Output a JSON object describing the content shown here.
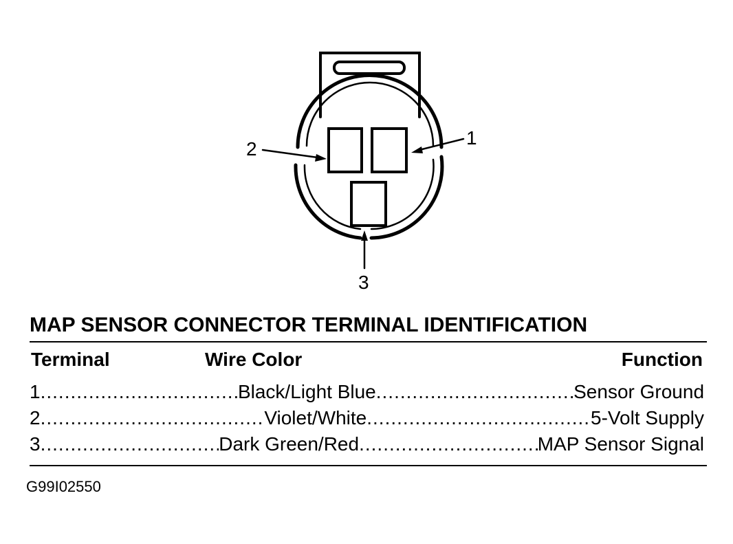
{
  "callouts": {
    "one": "1",
    "two": "2",
    "three": "3"
  },
  "table": {
    "title": "MAP SENSOR CONNECTOR TERMINAL IDENTIFICATION",
    "headers": {
      "terminal": "Terminal",
      "wire_color": "Wire Color",
      "function": "Function"
    },
    "rows": [
      {
        "terminal": "1",
        "wire_color": "Black/Light Blue",
        "function": "Sensor Ground"
      },
      {
        "terminal": "2",
        "wire_color": "Violet/White",
        "function": "5-Volt Supply"
      },
      {
        "terminal": "3",
        "wire_color": "Dark Green/Red",
        "function": "MAP Sensor Signal"
      }
    ]
  },
  "figure_id": "G99I02550"
}
